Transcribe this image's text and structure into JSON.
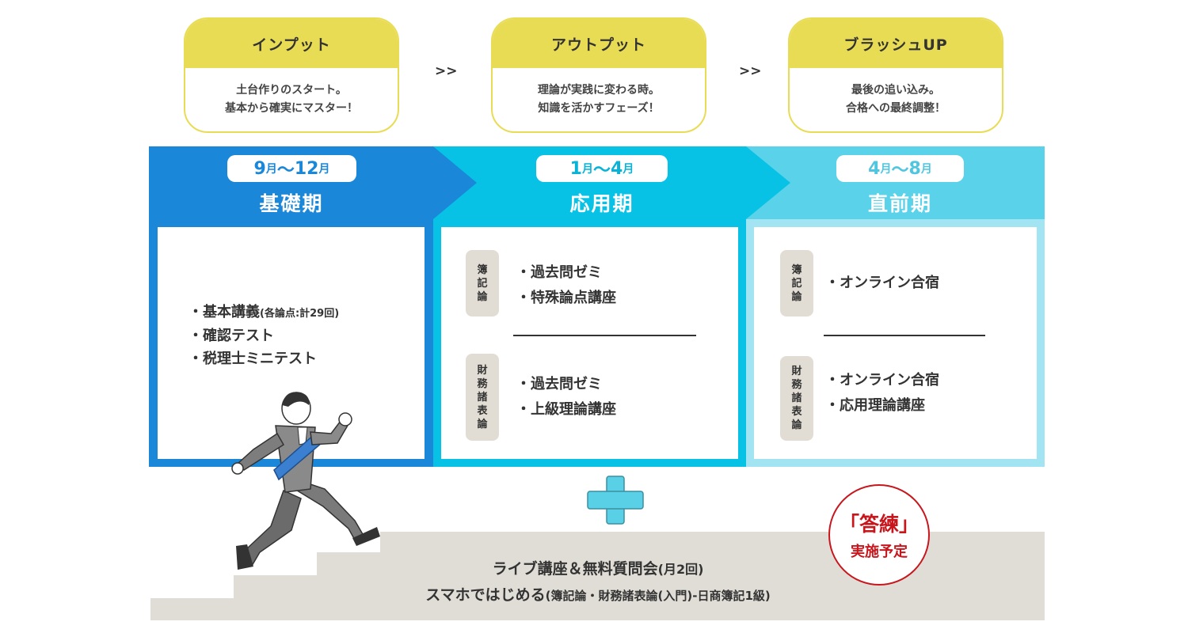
{
  "steps": [
    {
      "title": "インプット",
      "line1": "土台作りのスタート。",
      "line2": "基本から確実にマスター！"
    },
    {
      "title": "アウトプット",
      "line1": "理論が実践に変わる時。",
      "line2": "知識を活かすフェーズ！"
    },
    {
      "title": "ブラッシュUP",
      "line1": "最後の追い込み。",
      "line2": "合格への最終調整！"
    }
  ],
  "step_arrow": ">>",
  "phases": [
    {
      "start": "9",
      "end": "12",
      "name": "基礎期",
      "color": "#1a87d8"
    },
    {
      "start": "1",
      "end": "4",
      "name": "応用期",
      "color": "#08c2e6"
    },
    {
      "start": "4",
      "end": "8",
      "name": "直前期",
      "color": "#5ad2ea"
    }
  ],
  "month_unit": "月",
  "tilde": "～",
  "basic": {
    "items": [
      "・基本講義",
      "・確認テスト",
      "・税理士ミニテスト"
    ],
    "item1_note": "(各論点:計29回)"
  },
  "tags": {
    "boki": [
      "簿",
      "記",
      "論"
    ],
    "zaimu": [
      "財",
      "務",
      "諸",
      "表",
      "論"
    ]
  },
  "applied": {
    "boki_items": [
      "・過去問ゼミ",
      "・特殊論点講座"
    ],
    "zaimu_items": [
      "・過去問ゼミ",
      "・上級理論講座"
    ]
  },
  "final": {
    "boki_items": [
      "・オンライン合宿"
    ],
    "zaimu_items": [
      "・オンライン合宿",
      "・応用理論講座"
    ]
  },
  "bottom": {
    "line1_main": "ライブ講座＆無料質問会",
    "line1_note": "(月2回)",
    "line2_main": "スマホではじめる",
    "line2_note": "(簿記論・財務諸表論(入門)-日商簿記1級)"
  },
  "badge": {
    "line1": "「答練」",
    "line2": "実施予定",
    "color": "#c8161d"
  },
  "plus_color": "#5ad0e6"
}
